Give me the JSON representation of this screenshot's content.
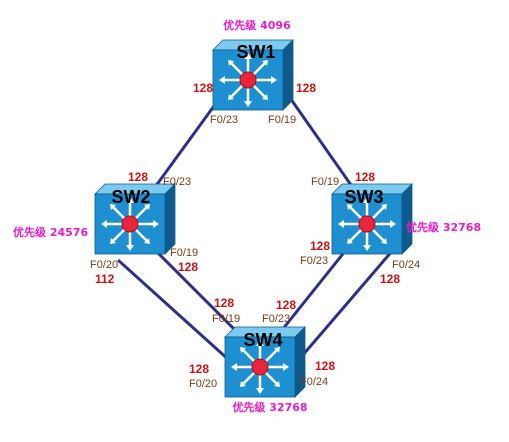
{
  "colors": {
    "priority": "#e61ecc",
    "cost": "#cc1111",
    "port": "#7a3a10",
    "link": "#2d2f8a",
    "switch_front": "#1e8fd0",
    "switch_top": "#7ccbef",
    "switch_side": "#0f5a8c",
    "center_dot": "#e8253a"
  },
  "switches": {
    "sw1": {
      "name": "SW1",
      "priority": "优先级 4096"
    },
    "sw2": {
      "name": "SW2",
      "priority": "优先级 24576"
    },
    "sw3": {
      "name": "SW3",
      "priority": "优先级 32768"
    },
    "sw4": {
      "name": "SW4",
      "priority": "优先级 32768"
    }
  },
  "links": {
    "sw1_sw2": {
      "sw1_port": "F0/23",
      "sw1_cost": "128",
      "sw2_port": "F0/23",
      "sw2_cost": "128"
    },
    "sw1_sw3": {
      "sw1_port": "F0/19",
      "sw1_cost": "128",
      "sw3_port": "F0/19",
      "sw3_cost": "128"
    },
    "sw2_sw4_a": {
      "sw2_port": "F0/19",
      "sw2_cost": "128",
      "sw4_port": "F0/19",
      "sw4_cost": "128"
    },
    "sw2_sw4_b": {
      "sw2_port": "F0/20",
      "sw2_cost": "112",
      "sw4_port": "F0/20",
      "sw4_cost": "128"
    },
    "sw3_sw4_a": {
      "sw3_port": "F0/23",
      "sw3_cost": "128",
      "sw4_port": "F0/23",
      "sw4_cost": "128"
    },
    "sw3_sw4_b": {
      "sw3_port": "F0/24",
      "sw3_cost": "128",
      "sw4_port": "F0/24",
      "sw4_cost": "128"
    }
  }
}
